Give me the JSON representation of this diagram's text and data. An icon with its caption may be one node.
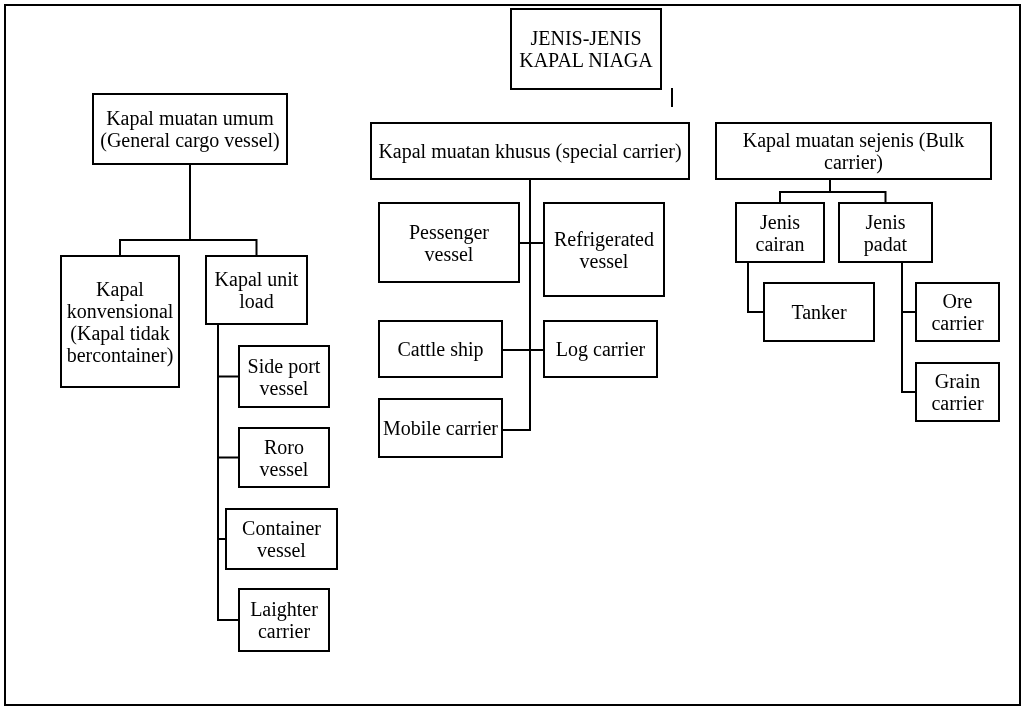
{
  "diagram": {
    "nodes": [
      {
        "text": [
          "JENIS-JENIS KAPAL NIAGA"
        ]
      },
      {
        "text": [
          "Kapal muatan umum (General cargo vessel)"
        ]
      },
      {
        "text": [
          "Kapal konvensional (Kapal tidak bercontainer)"
        ]
      },
      {
        "text": [
          "Kapal unit load"
        ]
      },
      {
        "text": [
          "Side port vessel"
        ]
      },
      {
        "text": [
          "Roro vessel"
        ]
      },
      {
        "text": [
          "Container vessel"
        ]
      },
      {
        "text": [
          "Laighter carrier"
        ]
      },
      {
        "text": [
          "Kapal muatan khusus (special carrier)"
        ]
      },
      {
        "text": [
          "Pessenger vessel"
        ]
      },
      {
        "text": [
          "Refrigerated vessel"
        ]
      },
      {
        "text": [
          "Cattle ship"
        ]
      },
      {
        "text": [
          "Log carrier"
        ]
      },
      {
        "text": [
          "Mobile carrier"
        ]
      },
      {
        "text": [
          "Kapal muatan sejenis (Bulk carrier)"
        ]
      },
      {
        "text": [
          "Jenis cairan"
        ]
      },
      {
        "text": [
          "Jenis padat"
        ]
      },
      {
        "text": [
          "Tanker"
        ]
      },
      {
        "text": [
          "Ore carrier"
        ]
      },
      {
        "text": [
          "Grain carrier"
        ]
      }
    ],
    "edges": [
      {
        "from": 1,
        "to": 2,
        "arrow": "none"
      },
      {
        "from": 1,
        "to": 3,
        "arrow": "none"
      },
      {
        "from": 3,
        "to": 4,
        "arrow": "none"
      },
      {
        "from": 3,
        "to": 5,
        "arrow": "none"
      },
      {
        "from": 3,
        "to": 6,
        "arrow": "none"
      },
      {
        "from": 3,
        "to": 7,
        "arrow": "none"
      },
      {
        "from": 8,
        "to": 9,
        "arrow": "none"
      },
      {
        "from": 8,
        "to": 10,
        "arrow": "none"
      },
      {
        "from": 8,
        "to": 11,
        "arrow": "none"
      },
      {
        "from": 8,
        "to": 12,
        "arrow": "none"
      },
      {
        "from": 8,
        "to": 13,
        "arrow": "none"
      },
      {
        "from": 14,
        "to": 15,
        "arrow": "none"
      },
      {
        "from": 14,
        "to": 16,
        "arrow": "none"
      },
      {
        "from": 15,
        "to": 17,
        "arrow": "none"
      },
      {
        "from": 16,
        "to": 18,
        "arrow": "none"
      },
      {
        "from": 16,
        "to": 19,
        "arrow": "none"
      }
    ]
  }
}
